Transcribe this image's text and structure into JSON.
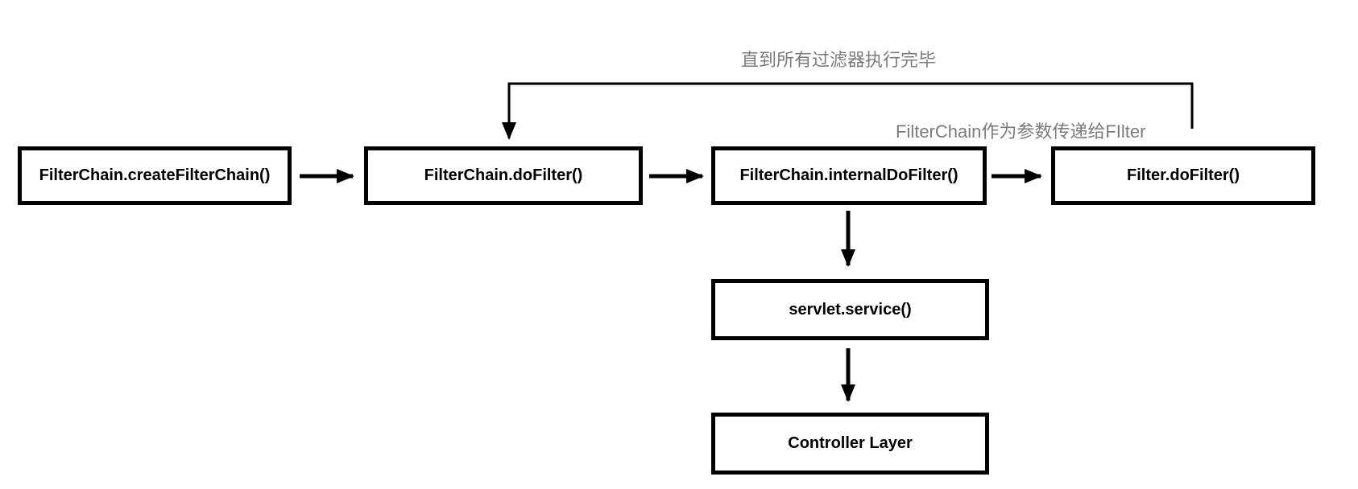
{
  "diagram": {
    "nodes": {
      "create": {
        "label": "FilterChain.createFilterChain()"
      },
      "do_filter": {
        "label": "FilterChain.doFilter()"
      },
      "internal": {
        "label": "FilterChain.internalDoFilter()"
      },
      "filter_do": {
        "label": "Filter.doFilter()"
      },
      "servlet": {
        "label": "servlet.service()"
      },
      "controller": {
        "label": "Controller Layer"
      }
    },
    "annotations": {
      "loop": {
        "text": "直到所有过滤器执行完毕"
      },
      "param": {
        "text": "FilterChain作为参数传递给FIlter"
      }
    },
    "colors": {
      "line": "#000000",
      "annotation": "#7b7b7b",
      "background": "#ffffff"
    }
  }
}
